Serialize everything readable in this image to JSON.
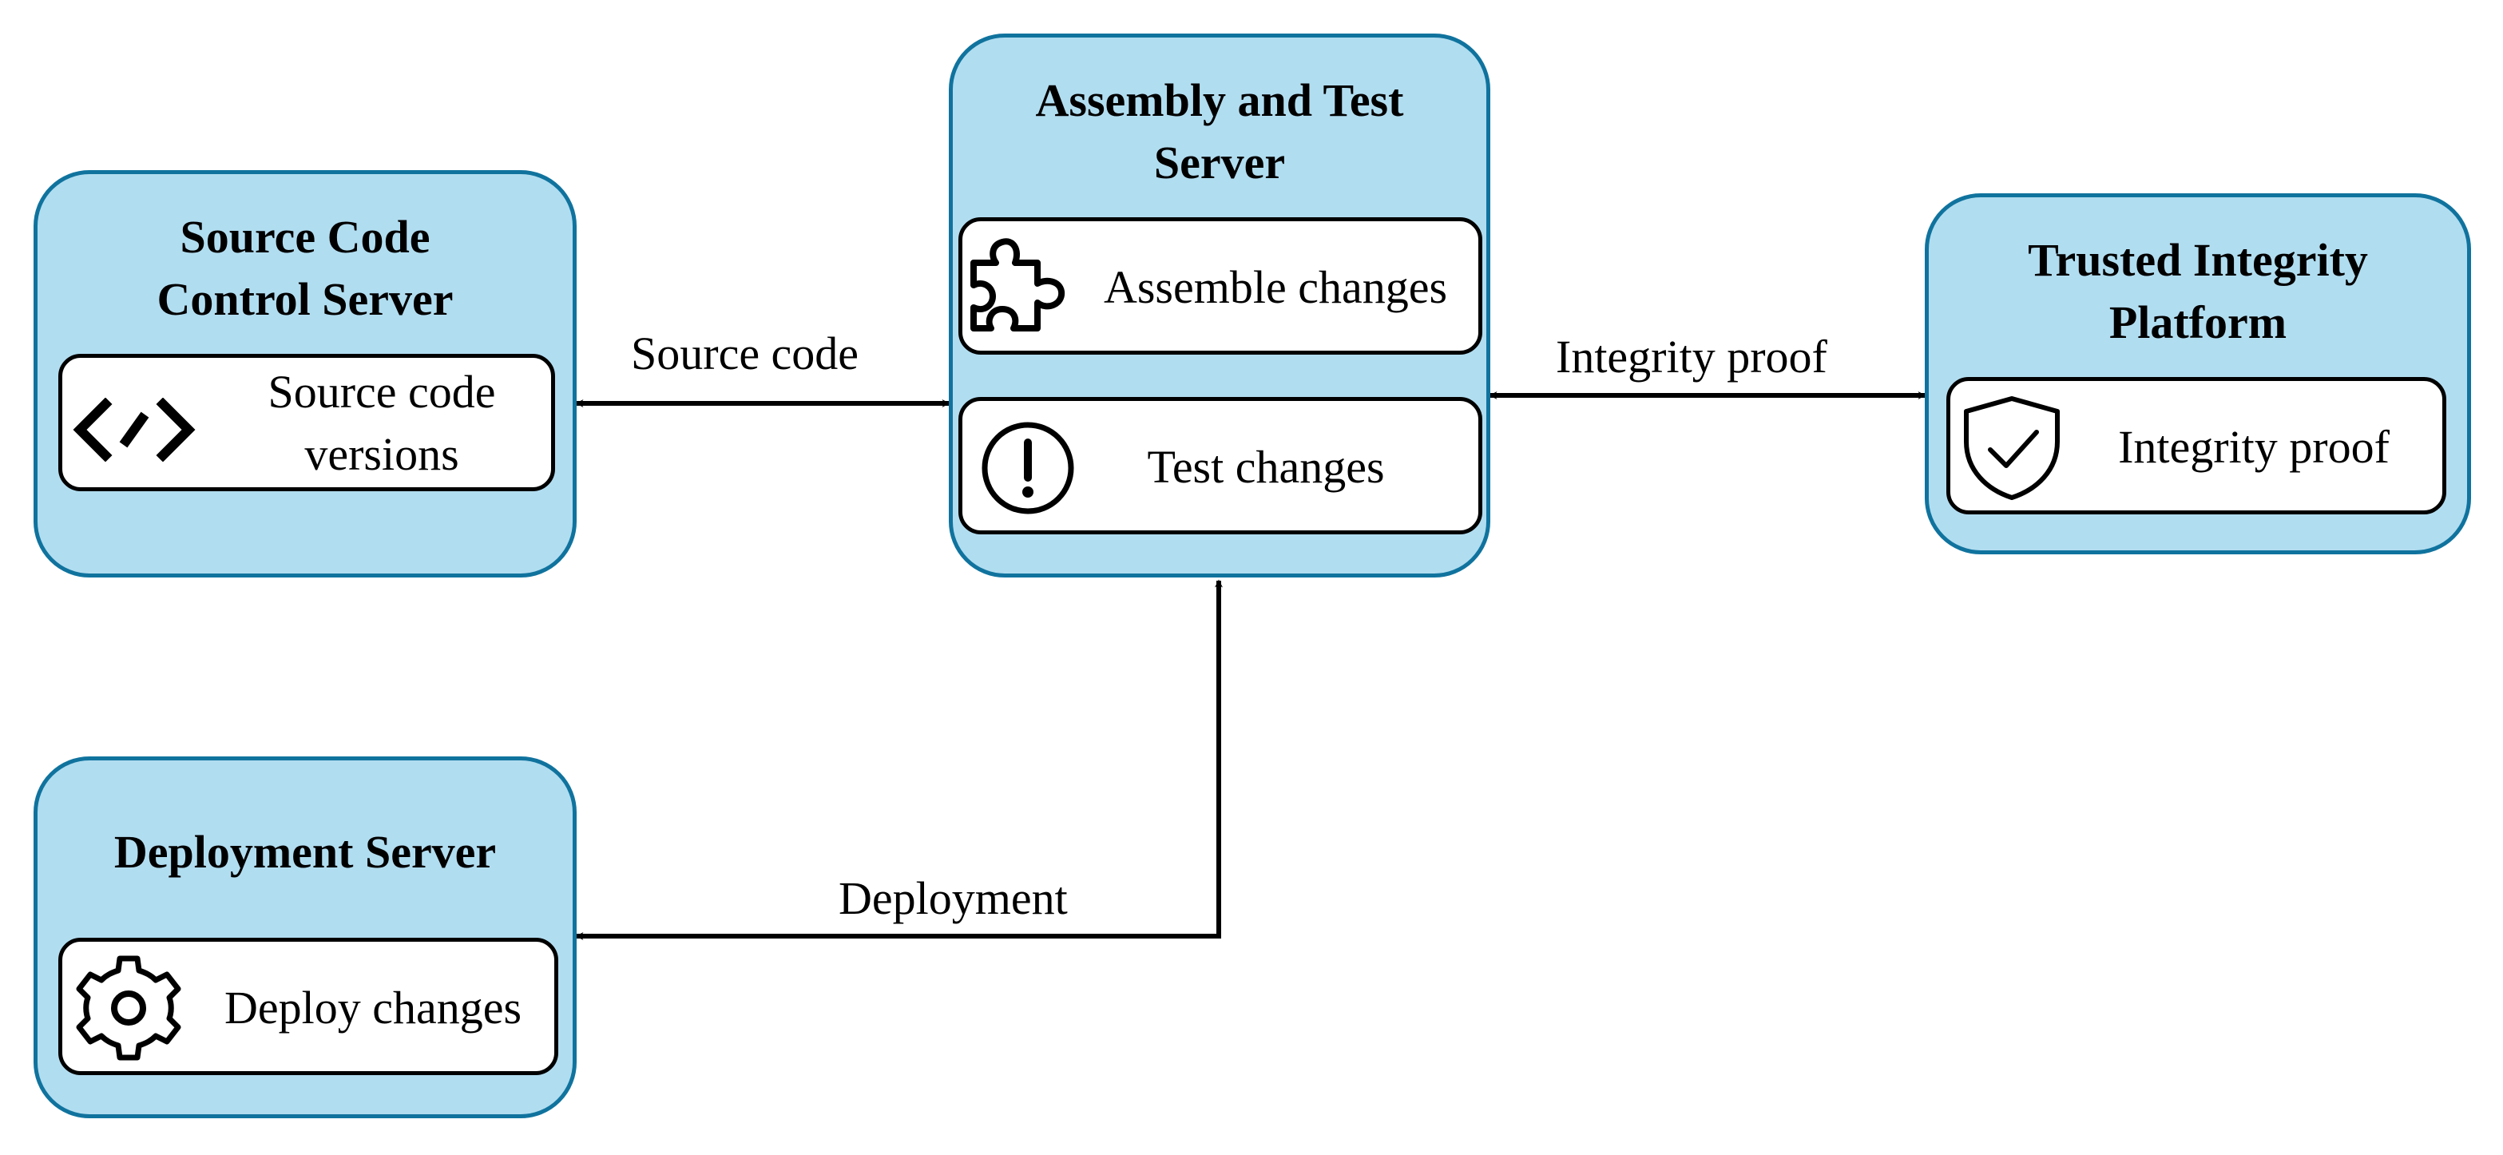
{
  "nodes": {
    "source_control": {
      "title": "Source Code\nControl Server",
      "item": {
        "label": "Source code\nversions",
        "icon": "code-icon"
      }
    },
    "assembly_test": {
      "title": "Assembly and Test\nServer",
      "items": [
        {
          "label": "Assemble changes",
          "icon": "puzzle-icon"
        },
        {
          "label": "Test changes",
          "icon": "alert-circle-icon"
        }
      ]
    },
    "trusted_platform": {
      "title": "Trusted Integrity\nPlatform",
      "item": {
        "label": "Integrity proof",
        "icon": "shield-check-icon"
      }
    },
    "deployment": {
      "title": "Deployment Server",
      "item": {
        "label": "Deploy changes",
        "icon": "gear-icon"
      }
    }
  },
  "edges": [
    {
      "from": "source_control",
      "to": "assembly_test",
      "label": "Source code",
      "direction": "both"
    },
    {
      "from": "assembly_test",
      "to": "trusted_platform",
      "label": "Integrity proof",
      "direction": "both"
    },
    {
      "from": "assembly_test",
      "to": "deployment",
      "label": "Deployment",
      "direction": "to-deployment"
    }
  ],
  "colors": {
    "container_fill": "#b1ddf0",
    "container_border": "#10739e",
    "item_fill": "#ffffff",
    "line": "#000000"
  }
}
